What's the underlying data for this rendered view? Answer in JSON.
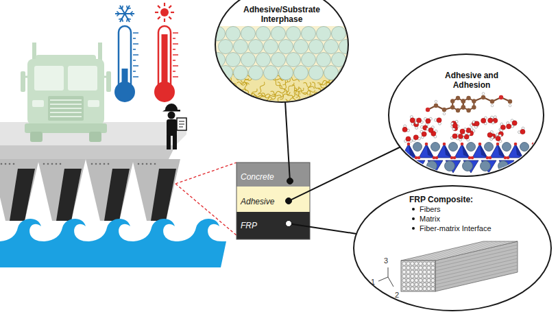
{
  "diagram": {
    "nodes": [
      {
        "text": [
          "Adhesive/Substrate Interphase"
        ]
      },
      {
        "text": [
          "Adhesive and Adhesion"
        ]
      },
      {
        "text": [
          "Concrete"
        ]
      },
      {
        "text": [
          "Adhesive"
        ]
      },
      {
        "text": [
          "FRP"
        ]
      },
      {
        "text": [
          "FRP Composite:",
          "Fibers",
          "Matrix",
          "Fiber-matrix Interface"
        ]
      }
    ],
    "edges": [
      {
        "from": 2,
        "to": 0,
        "arrow": "none"
      },
      {
        "from": 3,
        "to": 1,
        "arrow": "none"
      },
      {
        "from": 4,
        "to": 5,
        "arrow": "none"
      }
    ],
    "labels": [
      "3",
      "1",
      "2"
    ]
  }
}
